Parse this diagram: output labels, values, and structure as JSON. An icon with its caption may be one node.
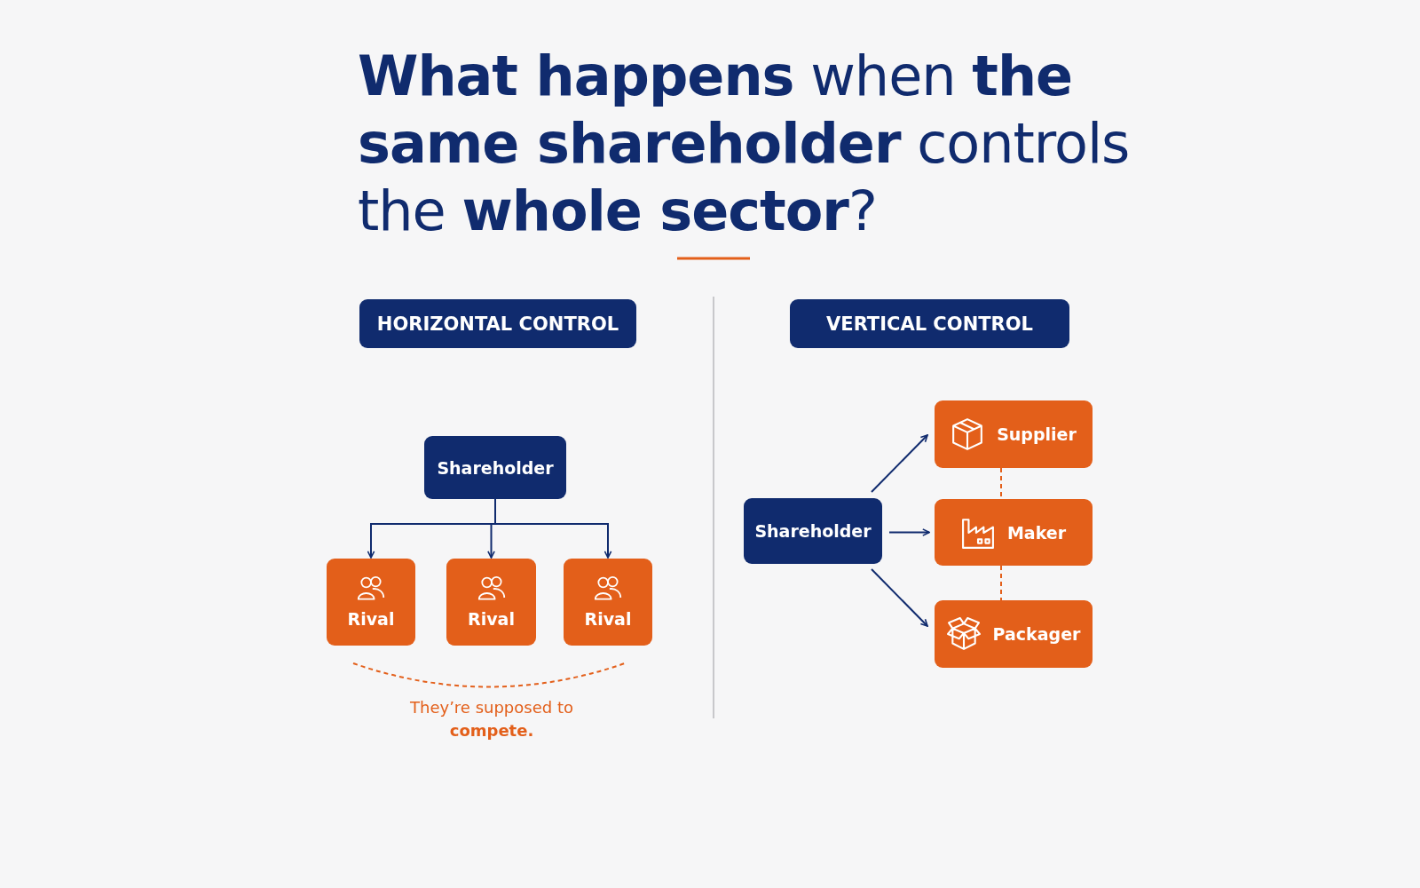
{
  "diagram": {
    "title": "**What happens** when **the same shareholder** controls the **whole sector**?",
    "nodes": [
      {
        "text": [
          "HORIZONTAL CONTROL"
        ]
      },
      {
        "text": [
          "VERTICAL CONTROL"
        ]
      },
      {
        "text": [
          "Shareholder"
        ]
      },
      {
        "text": [
          "Rival"
        ]
      },
      {
        "text": [
          "Rival"
        ]
      },
      {
        "text": [
          "Rival"
        ]
      },
      {
        "text": [
          "Shareholder"
        ]
      },
      {
        "text": [
          "Supplier"
        ]
      },
      {
        "text": [
          "Maker"
        ]
      },
      {
        "text": [
          "Packager"
        ]
      }
    ],
    "edges": [
      {
        "from": 2,
        "to": 3,
        "arrow": "to"
      },
      {
        "from": 2,
        "to": 4,
        "arrow": "to"
      },
      {
        "from": 2,
        "to": 5,
        "arrow": "to"
      },
      {
        "from": 6,
        "to": 7,
        "arrow": "to"
      },
      {
        "from": 6,
        "to": 8,
        "arrow": "to"
      },
      {
        "from": 6,
        "to": 9,
        "arrow": "to"
      },
      {
        "from": 7,
        "to": 8,
        "arrow": "none",
        "style": "dashed",
        "color": "#e35f1a"
      },
      {
        "from": 8,
        "to": 9,
        "arrow": "none",
        "style": "dashed",
        "color": "#e35f1a"
      }
    ],
    "labels": [
      "They’re supposed to **compete.**"
    ]
  }
}
